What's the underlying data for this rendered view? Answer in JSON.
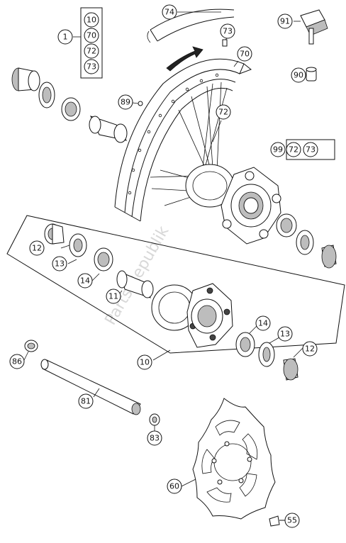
{
  "watermark": "Parts Republik",
  "colors": {
    "line": "#111111",
    "shade": "#bdbdbd",
    "background": "#ffffff",
    "watermark": "#d8d8d8"
  },
  "callouts": {
    "c1": "1",
    "c10a": "10",
    "c70a": "70",
    "c72a": "72",
    "c73a": "73",
    "c74": "74",
    "c73b": "73",
    "c70b": "70",
    "c72b": "72",
    "c89": "89",
    "c91": "91",
    "c90": "90",
    "c99": "99",
    "c72c": "72",
    "c73c": "73",
    "c12a": "12",
    "c13a": "13",
    "c14a": "14",
    "c11": "11",
    "c10b": "10",
    "c14b": "14",
    "c13b": "13",
    "c12b": "12",
    "c86": "86",
    "c81": "81",
    "c83": "83",
    "c60": "60",
    "c55": "55"
  }
}
